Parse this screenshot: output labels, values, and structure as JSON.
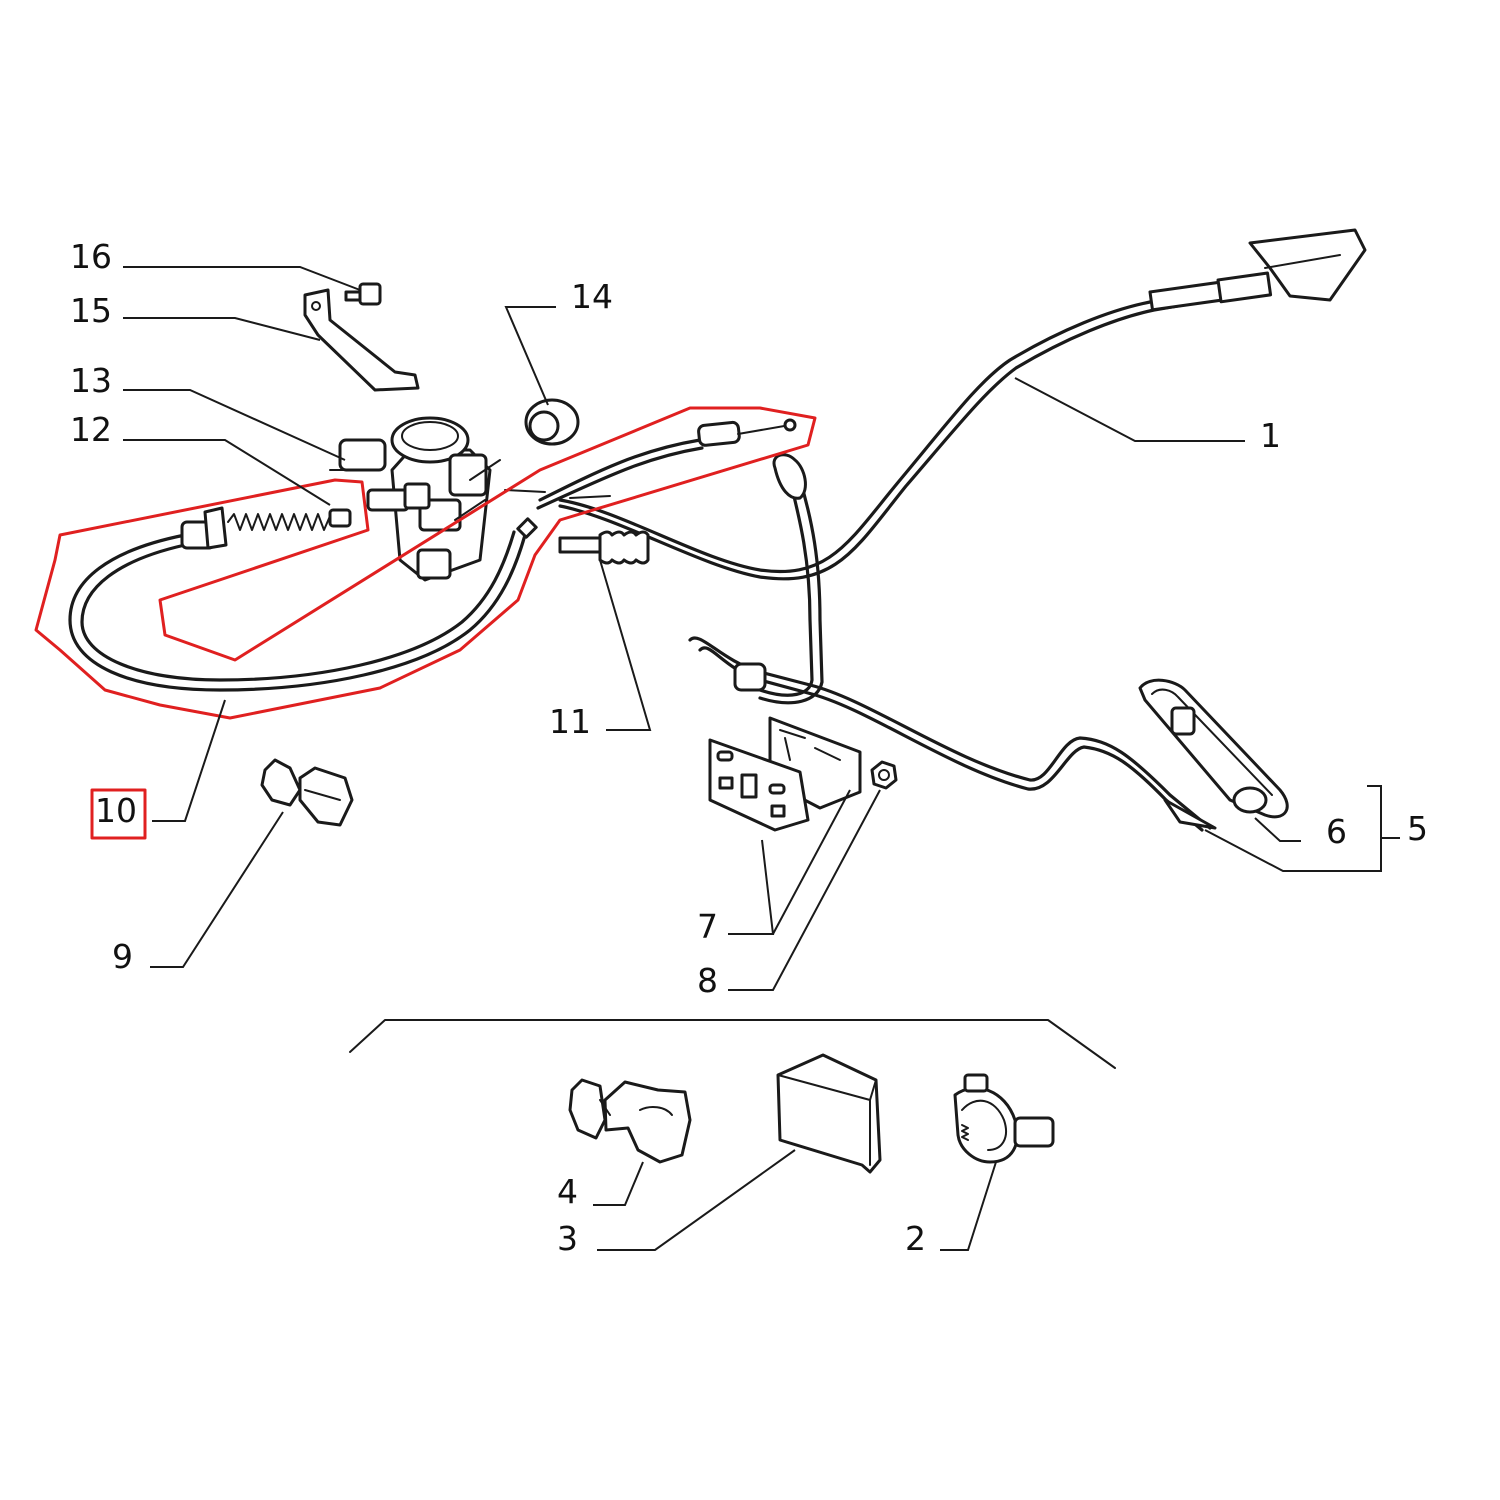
{
  "accent_color": "#e02020",
  "highlighted_part": "10",
  "callouts": {
    "c1": "1",
    "c2": "2",
    "c3": "3",
    "c4": "4",
    "c5": "5",
    "c6": "6",
    "c7": "7",
    "c8": "8",
    "c9": "9",
    "c10": "10",
    "c11": "11",
    "c12": "12",
    "c13": "13",
    "c14": "14",
    "c15": "15",
    "c16": "16"
  }
}
